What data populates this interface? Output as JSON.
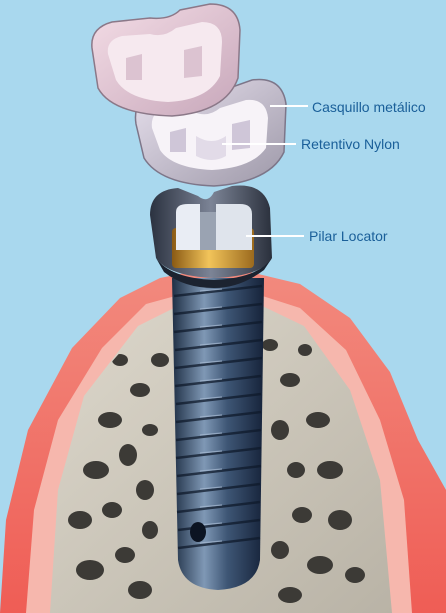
{
  "labels": {
    "casquillo": "Casquillo metálico",
    "retentivo": "Retentivo Nylon",
    "pilar": "Pilar Locator"
  },
  "colors": {
    "background": "#a9d8ee",
    "gum": "#f0726a",
    "bone": "#c9c4b8",
    "bone_pores": "#3c3a36",
    "implant": "#3e5675",
    "abutment_gold": "#d9a63a",
    "label_text": "#1a5f99"
  }
}
